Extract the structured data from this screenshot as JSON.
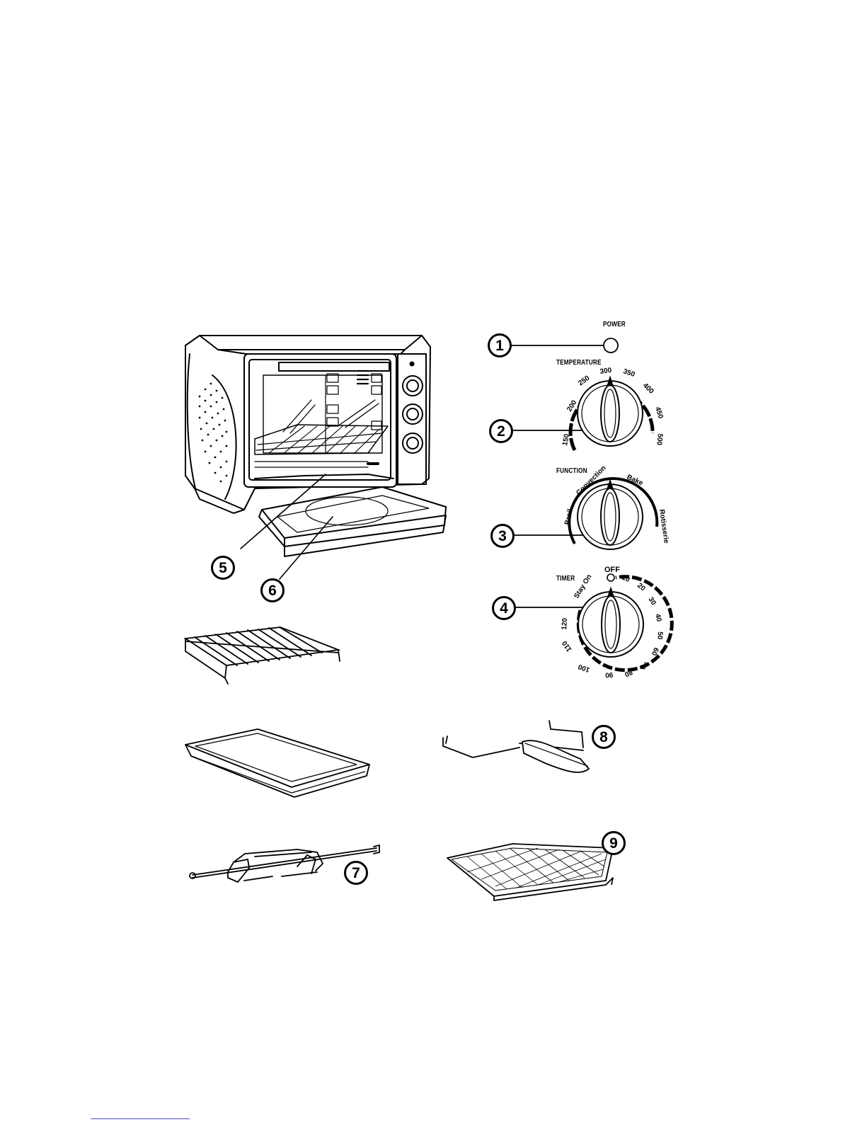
{
  "labels": {
    "power": "POWER",
    "temperature": "TEMPERATURE",
    "function": "FUNCTION",
    "timer": "TIMER"
  },
  "temperature_scale": [
    "150",
    "200",
    "250",
    "300",
    "350",
    "400",
    "450",
    "500"
  ],
  "function_scale": [
    "Broil",
    "Convection",
    "Bake",
    "Rotisserie"
  ],
  "timer_off": "OFF",
  "timer_scale": [
    "Stay On",
    "10",
    "20",
    "30",
    "40",
    "50",
    "60",
    "70",
    "80",
    "90",
    "100",
    "110",
    "120"
  ],
  "callouts": [
    "1",
    "2",
    "3",
    "4",
    "5",
    "6",
    "7",
    "8",
    "9"
  ],
  "colors": {
    "ink": "#000000",
    "paper": "#ffffff",
    "footer_rule": "#4a4acc"
  }
}
